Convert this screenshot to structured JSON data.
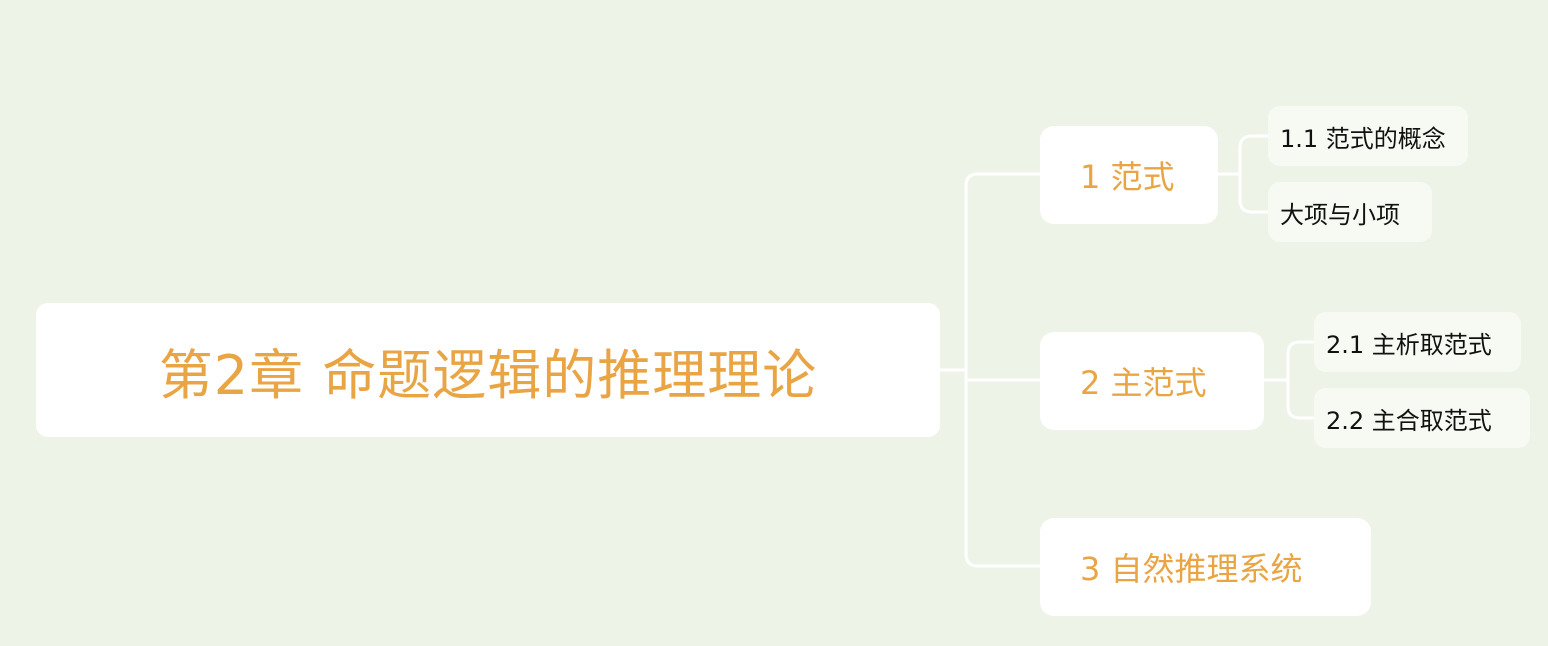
{
  "mindmap": {
    "root": {
      "label": "第2章 命题逻辑的推理理论"
    },
    "branches": [
      {
        "label": "1 范式",
        "children": [
          {
            "label": "1.1 范式的概念"
          },
          {
            "label": "大项与小项"
          }
        ]
      },
      {
        "label": "2 主范式",
        "children": [
          {
            "label": "2.1 主析取范式"
          },
          {
            "label": "2.2 主合取范式"
          }
        ]
      },
      {
        "label": "3 自然推理系统",
        "children": []
      }
    ]
  },
  "colors": {
    "background": "#eef3e8",
    "node_fill": "#ffffff",
    "leaf_fill": "#f7faf3",
    "topic_text": "#e9a444",
    "leaf_text": "#111111",
    "connector": "#ffffff"
  }
}
